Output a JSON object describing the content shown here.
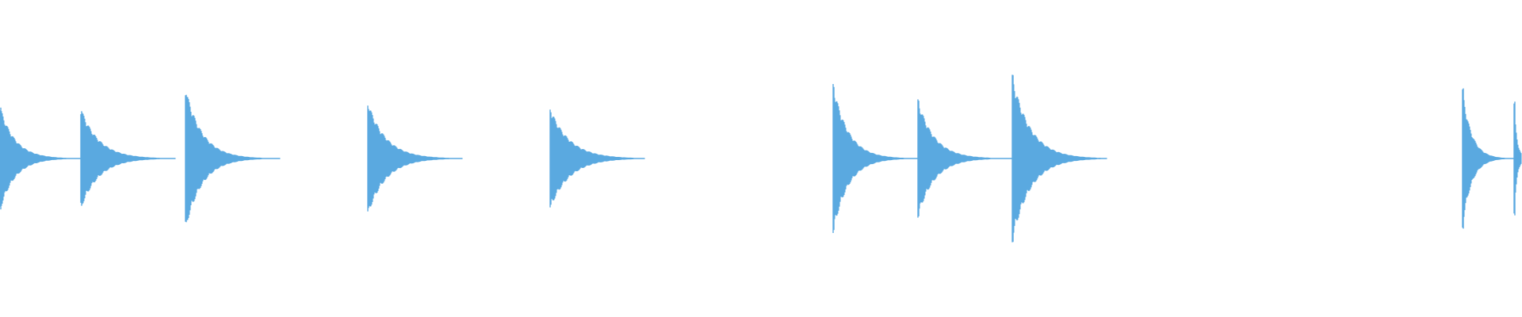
{
  "waveform": {
    "color": "#5aa9e0",
    "background": "#ffffff",
    "hits": [
      {
        "t": 0.0,
        "peak": 0.58,
        "decay": 0.05
      },
      {
        "t": 0.053,
        "peak": 0.56,
        "decay": 0.06
      },
      {
        "t": 0.122,
        "peak": 0.79,
        "decay": 0.055
      },
      {
        "t": 0.242,
        "peak": 0.63,
        "decay": 0.06
      },
      {
        "t": 0.362,
        "peak": 0.56,
        "decay": 0.065
      },
      {
        "t": 0.548,
        "peak": 0.83,
        "decay": 0.05
      },
      {
        "t": 0.604,
        "peak": 0.65,
        "decay": 0.055
      },
      {
        "t": 0.666,
        "peak": 0.92,
        "decay": 0.06
      },
      {
        "t": 0.962,
        "peak": 0.77,
        "decay": 0.03
      },
      {
        "t": 0.996,
        "peak": 0.63,
        "decay": 0.01
      }
    ]
  }
}
